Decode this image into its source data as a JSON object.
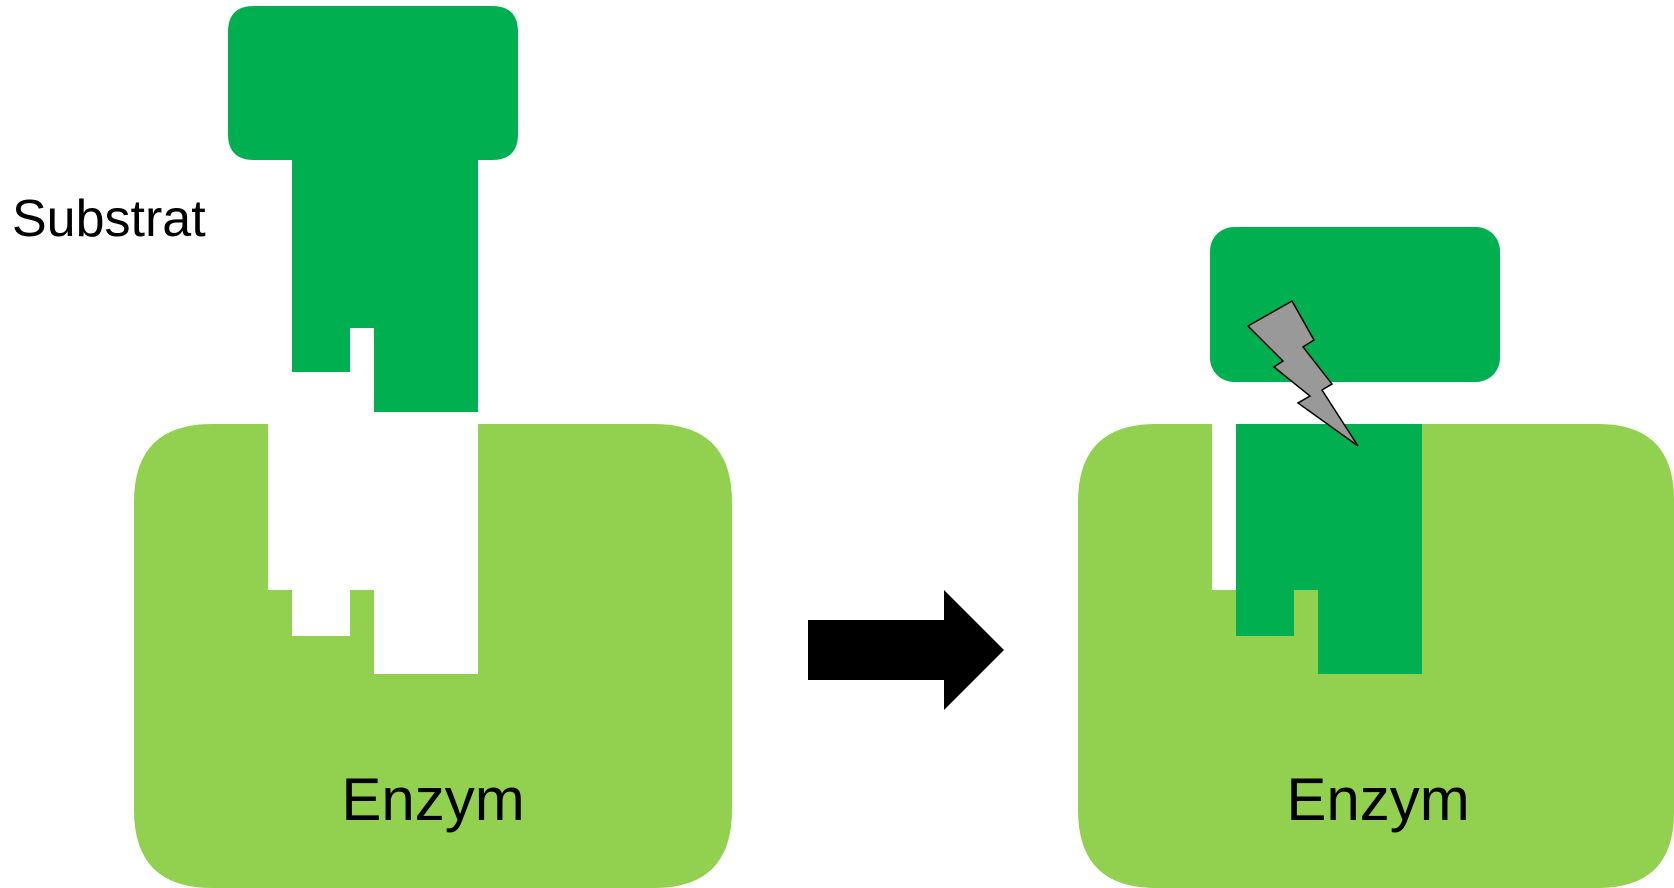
{
  "diagram": {
    "substrate_label": "Substrat",
    "enzyme_left_label": "Enzym",
    "enzyme_right_label": "Enzym"
  },
  "colors": {
    "enzyme": "#92d050",
    "substrate": "#00b050",
    "arrow": "#000000",
    "lightning_fill": "#999999",
    "lightning_stroke": "#000000",
    "background": "#ffffff"
  },
  "icons": {
    "arrow": "right-arrow-icon",
    "lightning": "lightning-icon"
  }
}
